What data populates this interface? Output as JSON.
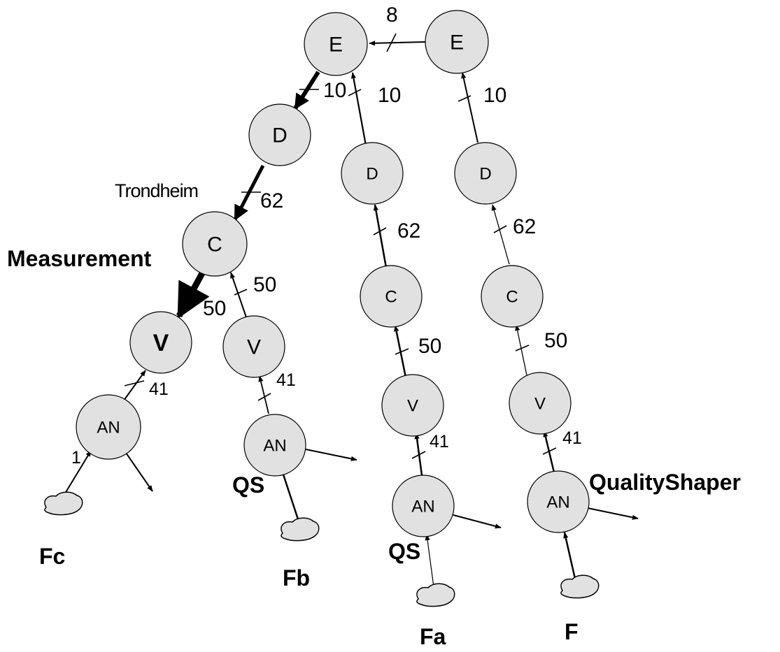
{
  "nodes": {
    "e1": "E",
    "e2": "E",
    "d1": "D",
    "d2": "D",
    "d3": "D",
    "c1": "C",
    "c2": "C",
    "c3": "C",
    "v1": "V",
    "v2": "V",
    "v3": "V",
    "v4": "V",
    "an1": "AN",
    "an2": "AN",
    "an3": "AN",
    "an4": "AN"
  },
  "edge_labels": {
    "e2_e1": "8",
    "e1_d1": "10",
    "d2_e1": "10",
    "d3_e2": "10",
    "d1_c1": "62",
    "c2_d2": "62",
    "c3_d3": "62",
    "c1_v1": "50",
    "v2_c1": "50",
    "v3_c2": "50",
    "v4_c3": "50",
    "an1_v1": "41",
    "an2_v2": "41",
    "an3_v3": "41",
    "an4_v4": "41",
    "f_an1": "1"
  },
  "labels": {
    "trondheim": "Trondheim",
    "measurement": "Measurement",
    "qs_b": "QS",
    "qs_a": "QS",
    "quality_shaper": "QualityShaper",
    "fc": "Fc",
    "fb": "Fb",
    "fa": "Fa",
    "f": "F"
  }
}
